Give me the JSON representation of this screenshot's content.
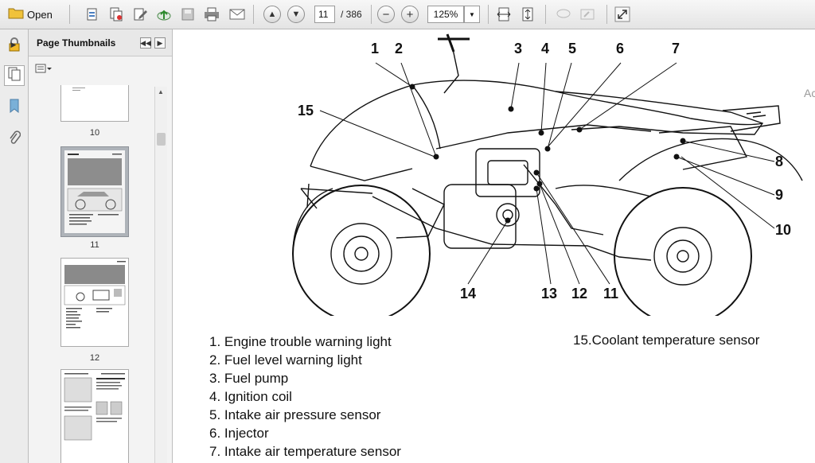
{
  "toolbar": {
    "open_label": "Open",
    "page_current": "11",
    "page_total": "/ 386",
    "zoom": "125%"
  },
  "panel": {
    "title": "Page Thumbnails",
    "thumbnails": [
      {
        "label": "10"
      },
      {
        "label": "11"
      },
      {
        "label": "12"
      }
    ]
  },
  "diagram": {
    "callouts": [
      "1",
      "2",
      "3",
      "4",
      "5",
      "6",
      "7",
      "8",
      "9",
      "10",
      "11",
      "12",
      "13",
      "14",
      "15"
    ],
    "legend": [
      "1.  Engine trouble warning light",
      "2.  Fuel level warning light",
      "3.  Fuel pump",
      "4.  Ignition coil",
      "5.  Intake air pressure sensor",
      "6.  Injector",
      "7.  Intake air temperature sensor"
    ],
    "legend_right": "15.Coolant temperature sensor"
  },
  "cut_text": "Ac",
  "colors": {
    "toolbar_bg": "#e9e9e9",
    "selected_thumb": "#aeb3b9"
  }
}
